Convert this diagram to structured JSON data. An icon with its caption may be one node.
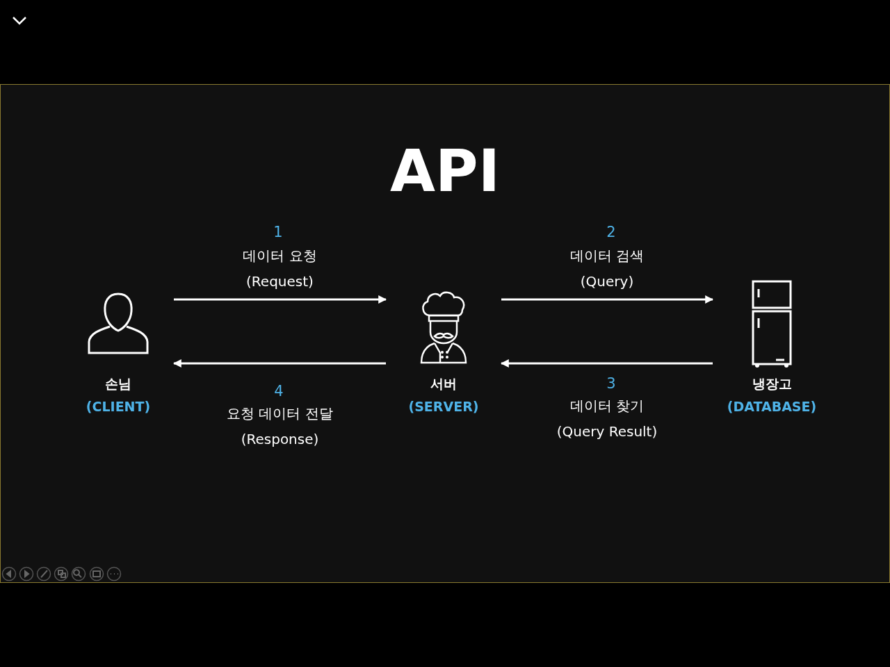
{
  "diagram": {
    "title": "API",
    "nodes": [
      {
        "text": [
          "손님",
          "(CLIENT)"
        ]
      },
      {
        "text": [
          "서버",
          "(SERVER)"
        ]
      },
      {
        "text": [
          "냉장고",
          "(DATABASE)"
        ]
      }
    ],
    "edges": [
      {
        "from": 0,
        "to": 1,
        "arrow": "to",
        "label": "데이터 요청 (Request)"
      },
      {
        "from": 1,
        "to": 0,
        "arrow": "to",
        "label": "요청 데이터 전달 (Response)"
      },
      {
        "from": 1,
        "to": 2,
        "arrow": "to",
        "label": "데이터 검색 (Query)"
      },
      {
        "from": 2,
        "to": 1,
        "arrow": "to",
        "label": "데이터 찾기 (Query Result)"
      }
    ],
    "labels": [
      "1",
      "2",
      "4",
      "3"
    ]
  }
}
